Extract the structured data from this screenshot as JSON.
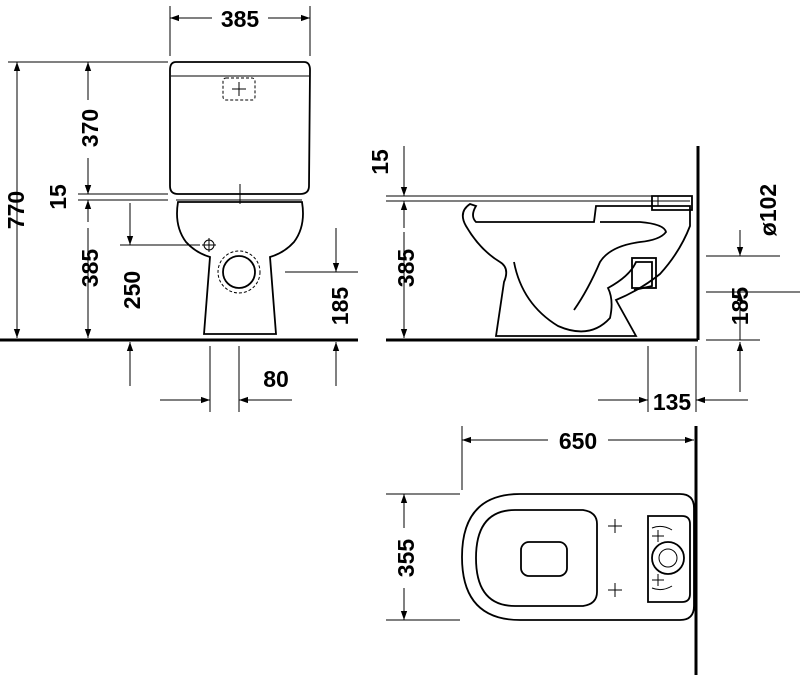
{
  "front_view": {
    "width_top": "385",
    "total_height": "770",
    "tank_height": "370",
    "gap": "15",
    "bowl_height": "385",
    "inlet_height": "250",
    "outlet_height": "185",
    "base_width": "80"
  },
  "side_view": {
    "gap": "15",
    "bowl_height": "385",
    "outlet_diameter": "ø102",
    "outlet_height": "185",
    "wall_offset": "135"
  },
  "top_view": {
    "length": "650",
    "width": "355"
  },
  "colors": {
    "line": "#000000",
    "background": "#ffffff"
  }
}
